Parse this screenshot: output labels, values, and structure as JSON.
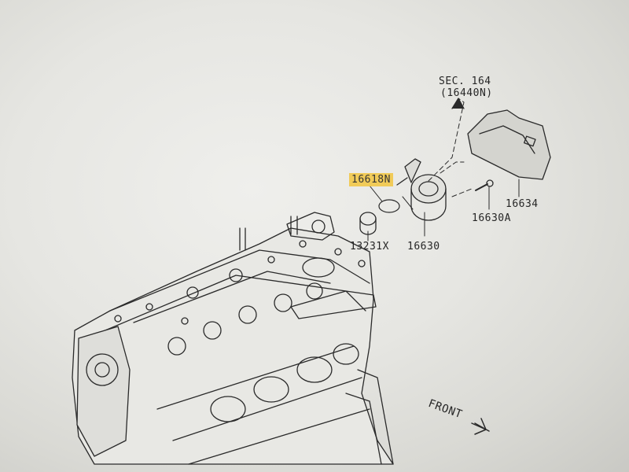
{
  "diagram": {
    "labels": {
      "sec_ref": "SEC. 164",
      "sec_sub": "(16440N)",
      "p16618n": "16618N",
      "p13231x": "13231X",
      "p16630": "16630",
      "p16630a": "16630A",
      "p16634": "16634",
      "front": "FRONT"
    },
    "highlight_color": "#f2c94c",
    "line_color": "#2a2a2a"
  }
}
